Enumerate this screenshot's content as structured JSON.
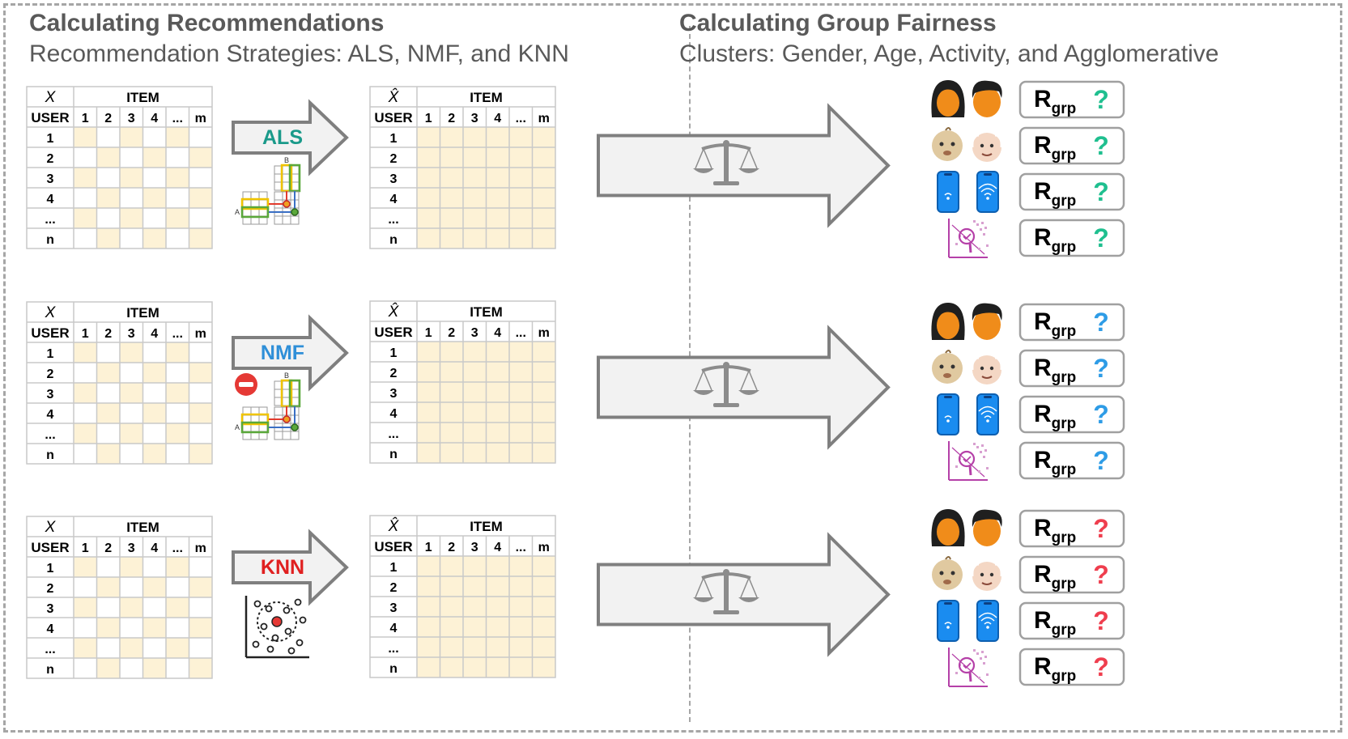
{
  "left_header": {
    "title": "Calculating Recommendations",
    "subtitle": "Recommendation Strategies: ALS, NMF, and KNN"
  },
  "right_header": {
    "title": "Calculating Group Fairness",
    "subtitle": "Clusters: Gender, Age, Activity, and Agglomerative"
  },
  "input_matrix": {
    "symbol": "X",
    "item_label": "ITEM",
    "user_label": "USER",
    "columns": [
      "1",
      "2",
      "3",
      "4",
      "...",
      "m"
    ],
    "rows": [
      "1",
      "2",
      "3",
      "4",
      "...",
      "n"
    ]
  },
  "output_matrix": {
    "symbol": "X̂",
    "item_label": "ITEM",
    "user_label": "USER",
    "columns": [
      "1",
      "2",
      "3",
      "4",
      "...",
      "m"
    ],
    "rows": [
      "1",
      "2",
      "3",
      "4",
      "...",
      "n"
    ]
  },
  "strategies": [
    {
      "name": "ALS",
      "color": "#1a9a8a",
      "icon": "matrix-factorization-icon",
      "question_color": "#1fbf8f"
    },
    {
      "name": "NMF",
      "color": "#2f8fd8",
      "icon": "non-negative-matrix-factorization-icon",
      "question_color": "#2e9ce6"
    },
    {
      "name": "KNN",
      "color": "#e02020",
      "icon": "nearest-neighbors-scatter-icon",
      "question_color": "#ef3e4e"
    }
  ],
  "factorization_labels": {
    "a": "A",
    "b": "B"
  },
  "clusters": [
    {
      "name": "gender",
      "icons": [
        "woman-icon",
        "man-icon"
      ]
    },
    {
      "name": "age",
      "icons": [
        "baby-icon",
        "old-man-icon"
      ]
    },
    {
      "name": "activity",
      "icons": [
        "phone-low-activity-icon",
        "phone-high-activity-icon"
      ]
    },
    {
      "name": "agglomerative",
      "icons": [
        "cluster-analysis-icon"
      ]
    }
  ],
  "metric": {
    "main": "R",
    "subscript": "grp",
    "unknown": "?"
  },
  "process_icon": "scale-icon",
  "colors": {
    "cell_fill": "#fdf2d6",
    "grid": "#c9c9c9",
    "arrow_fill": "#f2f2f2",
    "arrow_stroke": "#7f7f7f",
    "header_text": "#595959"
  }
}
